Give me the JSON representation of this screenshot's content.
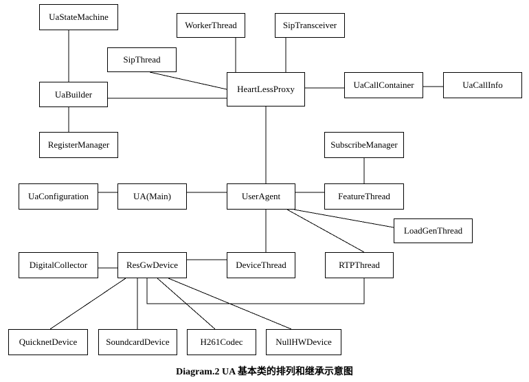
{
  "diagram": {
    "caption": "Diagram.2 UA 基本类的排列和继承示意图",
    "nodes": {
      "uaStateMachine": {
        "label": "UaStateMachine"
      },
      "workerThread": {
        "label": "WorkerThread"
      },
      "sipTransceiver": {
        "label": "SipTransceiver"
      },
      "sipThread": {
        "label": "SipThread"
      },
      "heartLessProxy": {
        "label": "HeartLessProxy"
      },
      "uaCallContainer": {
        "label": "UaCallContainer"
      },
      "uaCallInfo": {
        "label": "UaCallInfo"
      },
      "uaBuilder": {
        "label": "UaBuilder"
      },
      "registerManager": {
        "label": "RegisterManager"
      },
      "subscribeManager": {
        "label": "SubscribeManager"
      },
      "uaConfiguration": {
        "label": "UaConfiguration"
      },
      "uaMain": {
        "label": "UA(Main)"
      },
      "userAgent": {
        "label": "UserAgent"
      },
      "featureThread": {
        "label": "FeatureThread"
      },
      "loadGenThread": {
        "label": "LoadGenThread"
      },
      "digitalCollector": {
        "label": "DigitalCollector"
      },
      "resGwDevice": {
        "label": "ResGwDevice"
      },
      "deviceThread": {
        "label": "DeviceThread"
      },
      "rtpThread": {
        "label": "RTPThread"
      },
      "quicknetDevice": {
        "label": "QuicknetDevice"
      },
      "soundcardDevice": {
        "label": "SoundcardDevice"
      },
      "h261Codec": {
        "label": "H261Codec"
      },
      "nullHWDevice": {
        "label": "NullHWDevice"
      }
    },
    "edges": [
      {
        "from": "UaStateMachine",
        "to": "UaBuilder"
      },
      {
        "from": "UaBuilder",
        "to": "RegisterManager"
      },
      {
        "from": "UaBuilder",
        "to": "HeartLessProxy"
      },
      {
        "from": "SipThread",
        "to": "HeartLessProxy"
      },
      {
        "from": "WorkerThread",
        "to": "HeartLessProxy"
      },
      {
        "from": "SipTransceiver",
        "to": "HeartLessProxy"
      },
      {
        "from": "HeartLessProxy",
        "to": "UaCallContainer"
      },
      {
        "from": "UaCallContainer",
        "to": "UaCallInfo"
      },
      {
        "from": "HeartLessProxy",
        "to": "UserAgent"
      },
      {
        "from": "UaConfiguration",
        "to": "UA(Main)"
      },
      {
        "from": "UA(Main)",
        "to": "UserAgent"
      },
      {
        "from": "UserAgent",
        "to": "FeatureThread"
      },
      {
        "from": "SubscribeManager",
        "to": "FeatureThread"
      },
      {
        "from": "UserAgent",
        "to": "LoadGenThread"
      },
      {
        "from": "UserAgent",
        "to": "RTPThread"
      },
      {
        "from": "UserAgent",
        "to": "DeviceThread"
      },
      {
        "from": "DigitalCollector",
        "to": "ResGwDevice"
      },
      {
        "from": "ResGwDevice",
        "to": "DeviceThread"
      },
      {
        "from": "ResGwDevice",
        "to": "RTPThread"
      },
      {
        "from": "ResGwDevice",
        "to": "QuicknetDevice"
      },
      {
        "from": "ResGwDevice",
        "to": "SoundcardDevice"
      },
      {
        "from": "ResGwDevice",
        "to": "H261Codec"
      },
      {
        "from": "ResGwDevice",
        "to": "NullHWDevice"
      }
    ]
  }
}
